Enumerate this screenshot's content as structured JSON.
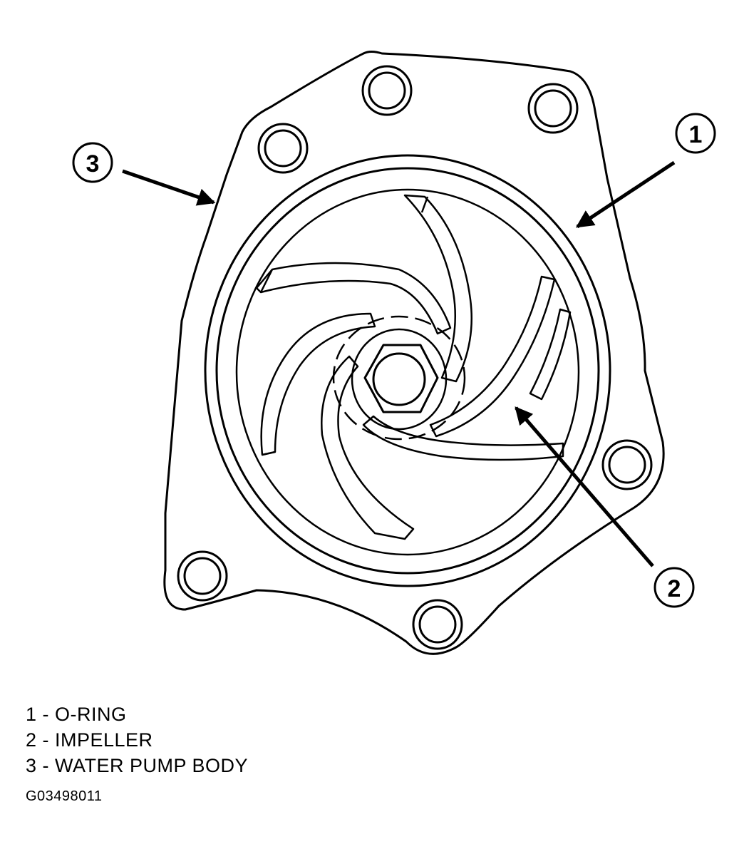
{
  "callouts": [
    {
      "number": "1",
      "target": "O-RING"
    },
    {
      "number": "2",
      "target": "IMPELLER"
    },
    {
      "number": "3",
      "target": "WATER PUMP BODY"
    }
  ],
  "legend": [
    "1 - O-RING",
    "2 - IMPELLER",
    "3 - WATER PUMP BODY"
  ],
  "figure_id": "G03498011"
}
